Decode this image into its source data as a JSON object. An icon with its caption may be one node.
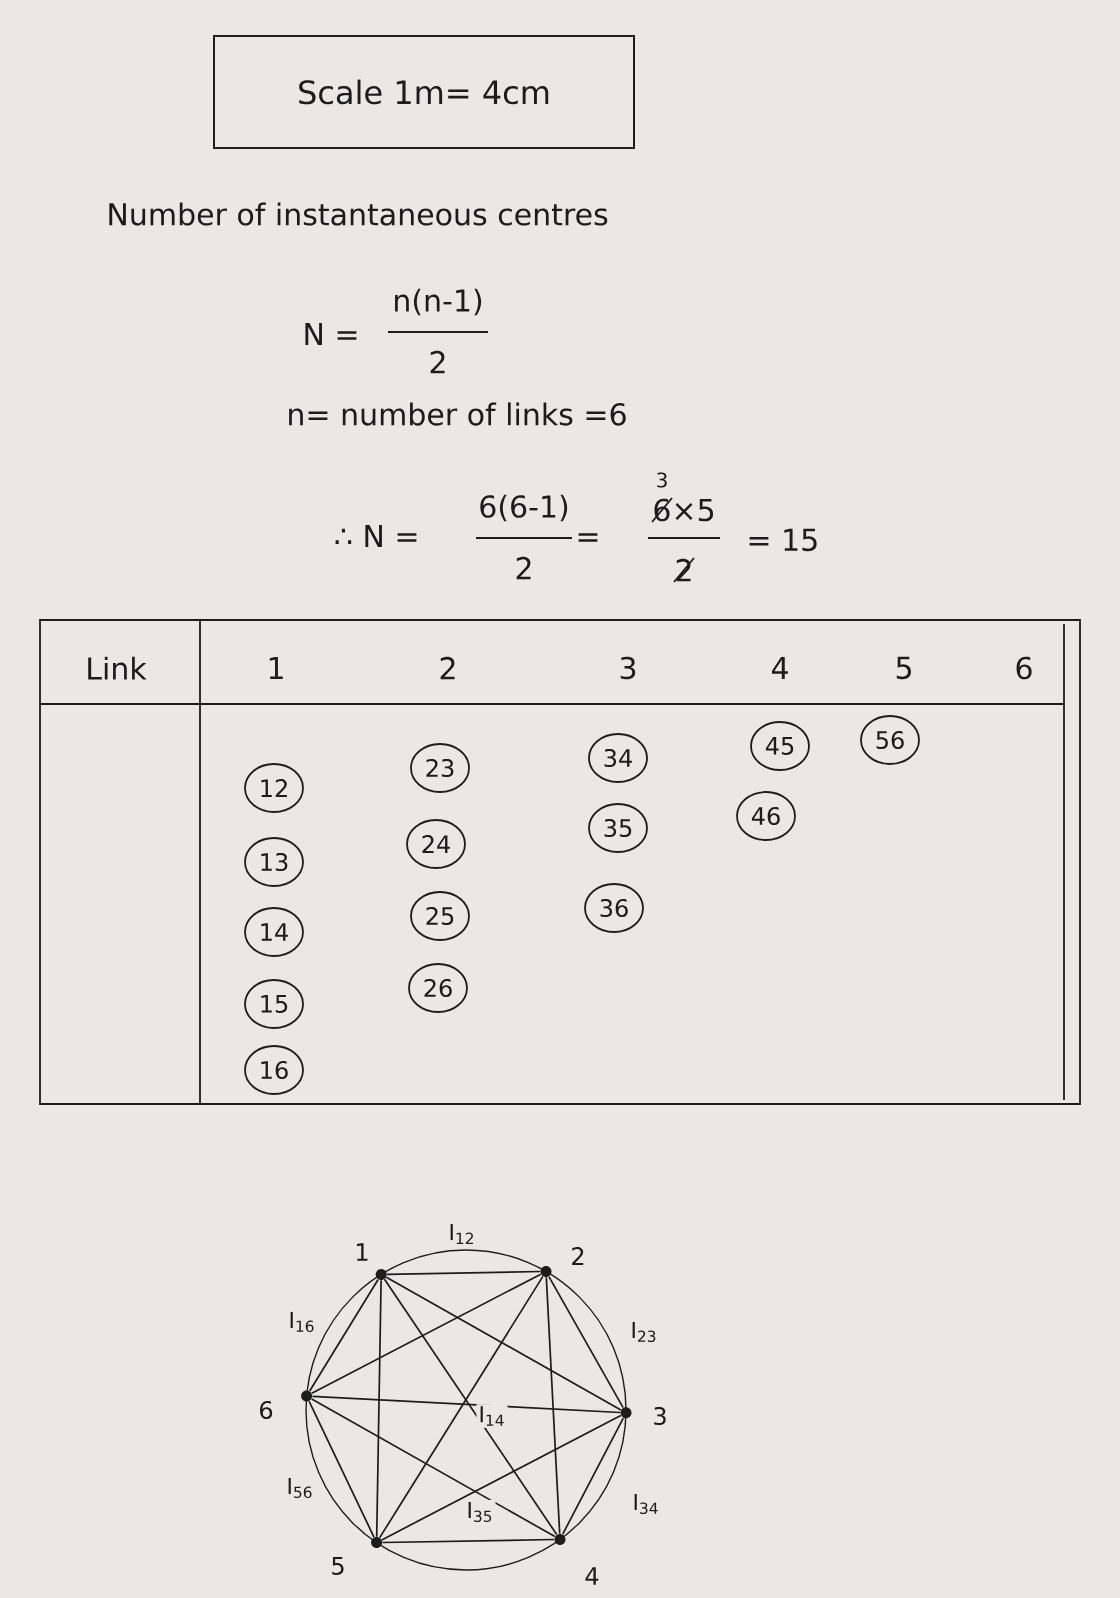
{
  "diagram": {
    "nodes": [
      {
        "text": [
          "Scale 1m= 4cm"
        ]
      },
      {
        "text": [
          "12"
        ]
      },
      {
        "text": [
          "13"
        ]
      },
      {
        "text": [
          "14"
        ]
      },
      {
        "text": [
          "15"
        ]
      },
      {
        "text": [
          "16"
        ]
      },
      {
        "text": [
          "23"
        ]
      },
      {
        "text": [
          "24"
        ]
      },
      {
        "text": [
          "25"
        ]
      },
      {
        "text": [
          "26"
        ]
      },
      {
        "text": [
          "34"
        ]
      },
      {
        "text": [
          "35"
        ]
      },
      {
        "text": [
          "36"
        ]
      },
      {
        "text": [
          "45"
        ]
      },
      {
        "text": [
          "46"
        ]
      },
      {
        "text": [
          "56"
        ]
      },
      {
        "text": [],
        "shape": "circle",
        "beside": [
          "1"
        ]
      },
      {
        "text": [],
        "shape": "circle",
        "beside": [
          "2"
        ]
      },
      {
        "text": [],
        "shape": "circle",
        "beside": [
          "3"
        ]
      },
      {
        "text": [],
        "shape": "circle",
        "beside": [
          "4"
        ]
      },
      {
        "text": [],
        "shape": "circle",
        "beside": [
          "5"
        ]
      },
      {
        "text": [],
        "shape": "circle",
        "beside": [
          "6"
        ]
      }
    ],
    "edges": [
      {
        "from": 16,
        "to": 17,
        "arrow": "none",
        "label": "I$_{12}$"
      },
      {
        "from": 16,
        "to": 18,
        "arrow": "none"
      },
      {
        "from": 16,
        "to": 19,
        "arrow": "none",
        "label": "I$_{14}$"
      },
      {
        "from": 16,
        "to": 20,
        "arrow": "none"
      },
      {
        "from": 16,
        "to": 21,
        "arrow": "none",
        "label": "I$_{16}$"
      },
      {
        "from": 17,
        "to": 18,
        "arrow": "none",
        "label": "I$_{23}$"
      },
      {
        "from": 17,
        "to": 19,
        "arrow": "none"
      },
      {
        "from": 17,
        "to": 20,
        "arrow": "none"
      },
      {
        "from": 17,
        "to": 21,
        "arrow": "none"
      },
      {
        "from": 18,
        "to": 19,
        "arrow": "none",
        "label": "I$_{34}$"
      },
      {
        "from": 18,
        "to": 20,
        "arrow": "none",
        "label": "I$_{35}$"
      },
      {
        "from": 18,
        "to": 21,
        "arrow": "none"
      },
      {
        "from": 19,
        "to": 20,
        "arrow": "none"
      },
      {
        "from": 19,
        "to": 21,
        "arrow": "none"
      },
      {
        "from": 20,
        "to": 21,
        "arrow": "none",
        "label": "I$_{56}$"
      }
    ],
    "labels": [
      "Number of instantaneous centres",
      "N =",
      "n(n-1)",
      "2",
      "n= number of links =6",
      "∴ N =",
      "6(6-1)",
      "2",
      "=",
      "3",
      "6×5",
      "2",
      "= 15",
      "Link",
      "1",
      "2",
      "3",
      "4",
      "5",
      "6"
    ]
  }
}
